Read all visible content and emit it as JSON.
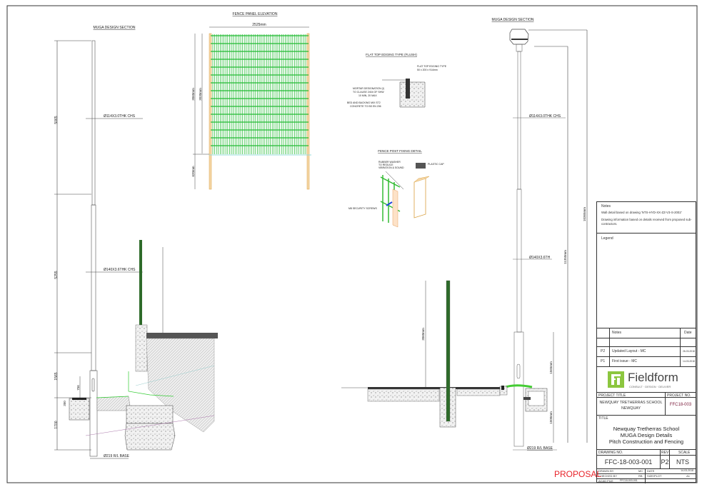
{
  "drawing": {
    "left_section": {
      "title": "MUGA DESIGN SECTION",
      "dims": [
        "5065",
        "5255",
        "1565",
        "1700",
        "756",
        "350"
      ],
      "labels": [
        "Ø114X3.0THK CHS",
        "Ø140X3.6THK CHS",
        "Ø219 R/L BASE"
      ]
    },
    "fence_panel": {
      "title": "FENCE PANEL ELEVATION",
      "width_dim": "2525mm",
      "height_dims": [
        "3060mm",
        "3030mm",
        "620mm"
      ]
    },
    "edging_detail": {
      "title": "FLAT TOP EDGING TYPE (FLUSH)",
      "labels": [
        "FLAT TOP EDGING TYPE",
        "50 x 200 x 914mm",
        "MORTAR DESIGNATION (I)",
        "TO CLAUSE 2404 OF SHW",
        "10 MIN, 20 MAX",
        "BED AND BACKING MIX ST2",
        "CONCRETE TO BS EN 206"
      ]
    },
    "post_fixing_detail": {
      "title": "FENCE POST FIXING DETAIL",
      "labels": [
        "RUBBER WASHER",
        "TO REDUCE",
        "VIBRATION & SOUND",
        "PLASTIC CAP",
        "M8 SECURITY SCREWS"
      ]
    },
    "right_section": {
      "title": "MUGA DESIGN SECTION",
      "labels": [
        "Ø114X3.0THK CHS",
        "Ø140X3.6TH",
        "Ø219 R/L BASE"
      ],
      "dims": [
        "10365mm",
        "11350mm",
        "1565mm",
        "1500mm",
        "3060mm"
      ]
    },
    "stamp": "PROPOSAL"
  },
  "title_block": {
    "notes_heading": "Notes",
    "notes": [
      "Wall detail based on drawing 'NTS-HYD-XX-ZZ-V3-S-2002'",
      "Drawing information based on details received from proposed sub-contractors."
    ],
    "legend_heading": "Legend",
    "revisions_header": {
      "notes": "Notes",
      "date": "Date"
    },
    "revisions": [
      {
        "rev": "P2",
        "notes": "Updated Layout - MC",
        "date": "26-03-2018"
      },
      {
        "rev": "P1",
        "notes": "First issue - MC",
        "date": "14-03-2018"
      }
    ],
    "logo": {
      "name": "Fieldform",
      "tagline": "CONSULT · DESIGN · DELIVER",
      "color": "#8cc63f"
    },
    "project_title_label": "PROJECT TITLE",
    "project_title": [
      "NEWQUAY TRETHERRAS SCHOOL",
      "NEWQUAY"
    ],
    "project_no_label": "PROJECT NO.",
    "project_no": "FFC18-003",
    "title_label": "TITLE",
    "title": [
      "Newquay Tretherras School",
      "MUGA Design Details",
      "Pitch Construction and Fencing"
    ],
    "drawing_no_label": "DRAWING NO.",
    "drawing_no": "FFC-18-003-001",
    "rev_label": "REV",
    "rev": "P2",
    "scale_label": "SCALE",
    "scale": "NTS",
    "drawn_by_label": "DRAWN BY",
    "drawn_by": "MC",
    "date_label": "DATE",
    "date": "14-03-2018",
    "checked_by_label": "CHECKED BY",
    "checked_by": "RB",
    "size_label": "SIZE/PLOT",
    "size": "A1",
    "acad_label": "ACAD FILE",
    "acad_file": "FFC18-003-001"
  }
}
